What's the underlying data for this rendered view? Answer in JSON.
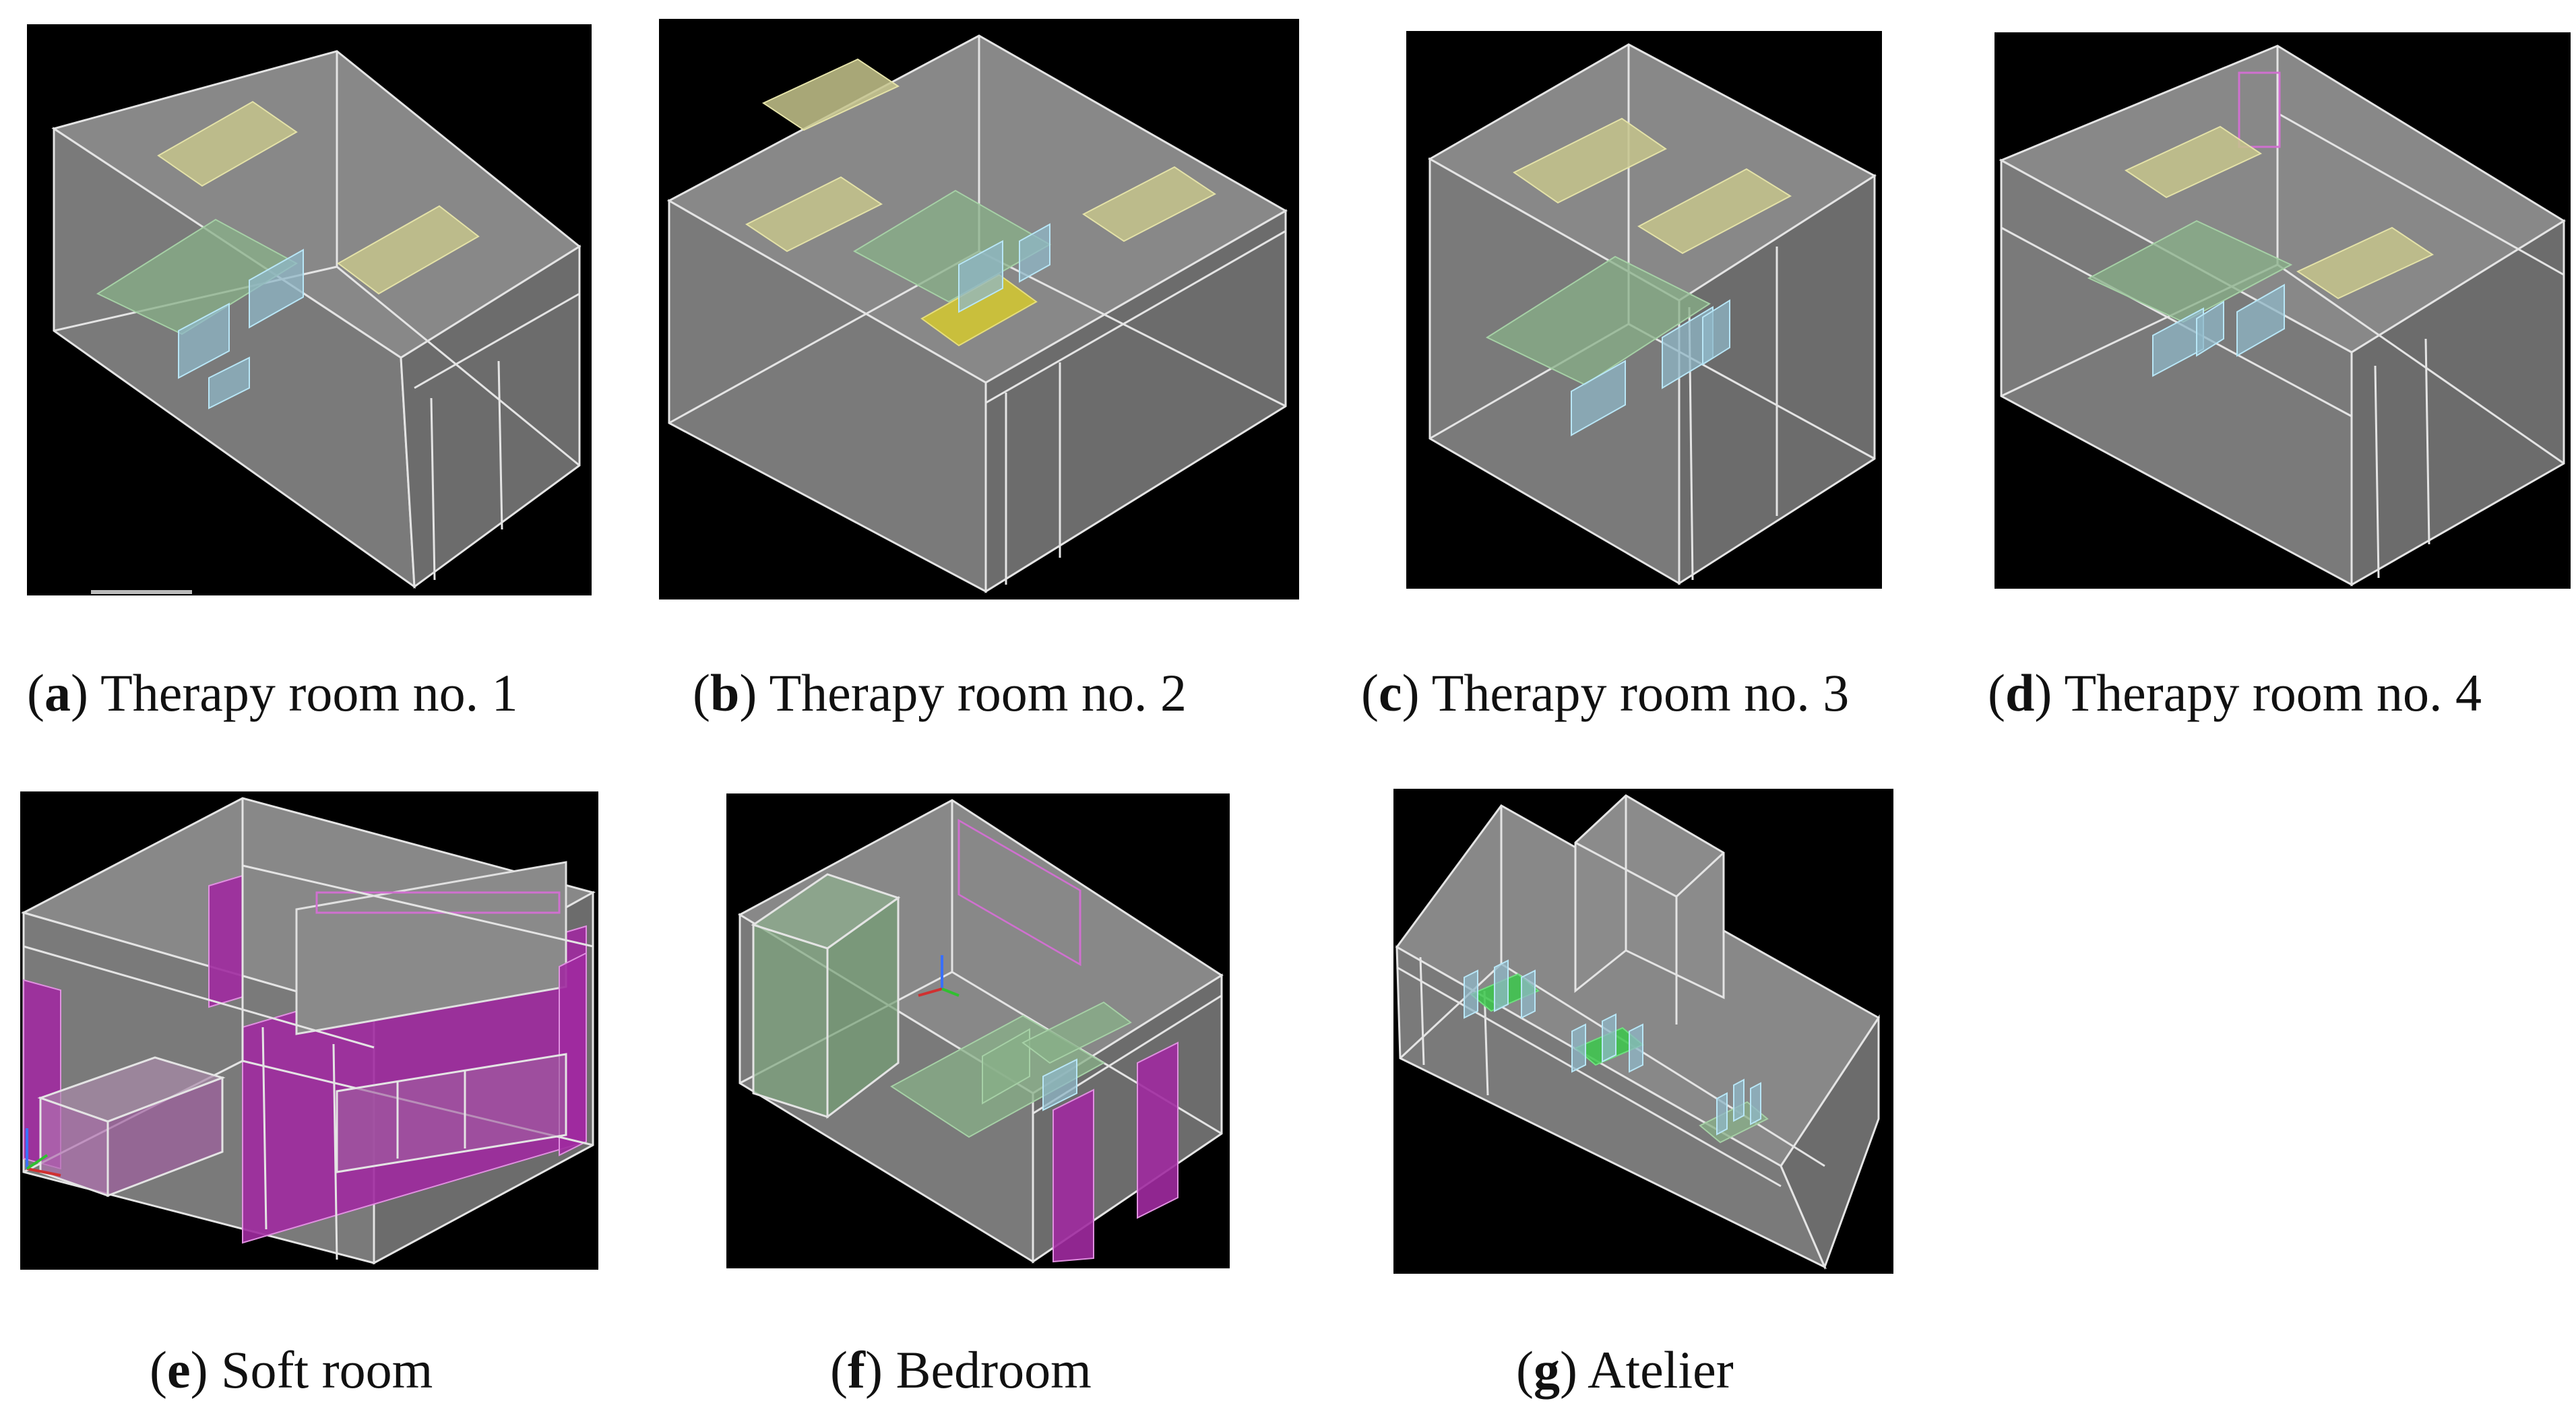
{
  "figure": {
    "panels": [
      {
        "letter": "a",
        "label": "Therapy room no. 1"
      },
      {
        "letter": "b",
        "label": "Therapy room no. 2"
      },
      {
        "letter": "c",
        "label": "Therapy room no. 3"
      },
      {
        "letter": "d",
        "label": "Therapy room no. 4"
      },
      {
        "letter": "e",
        "label": "Soft room"
      },
      {
        "letter": "f",
        "label": "Bedroom"
      },
      {
        "letter": "g",
        "label": "Atelier"
      }
    ]
  },
  "colors": {
    "background": "#000000",
    "room_shell": "#7a7a7a",
    "ceiling_panel": "#c6c48c",
    "furniture": "#88b088",
    "seat": "#8fb7c7",
    "soft_wall": "#a02aa0",
    "desk_bright": "#3cc84c"
  }
}
